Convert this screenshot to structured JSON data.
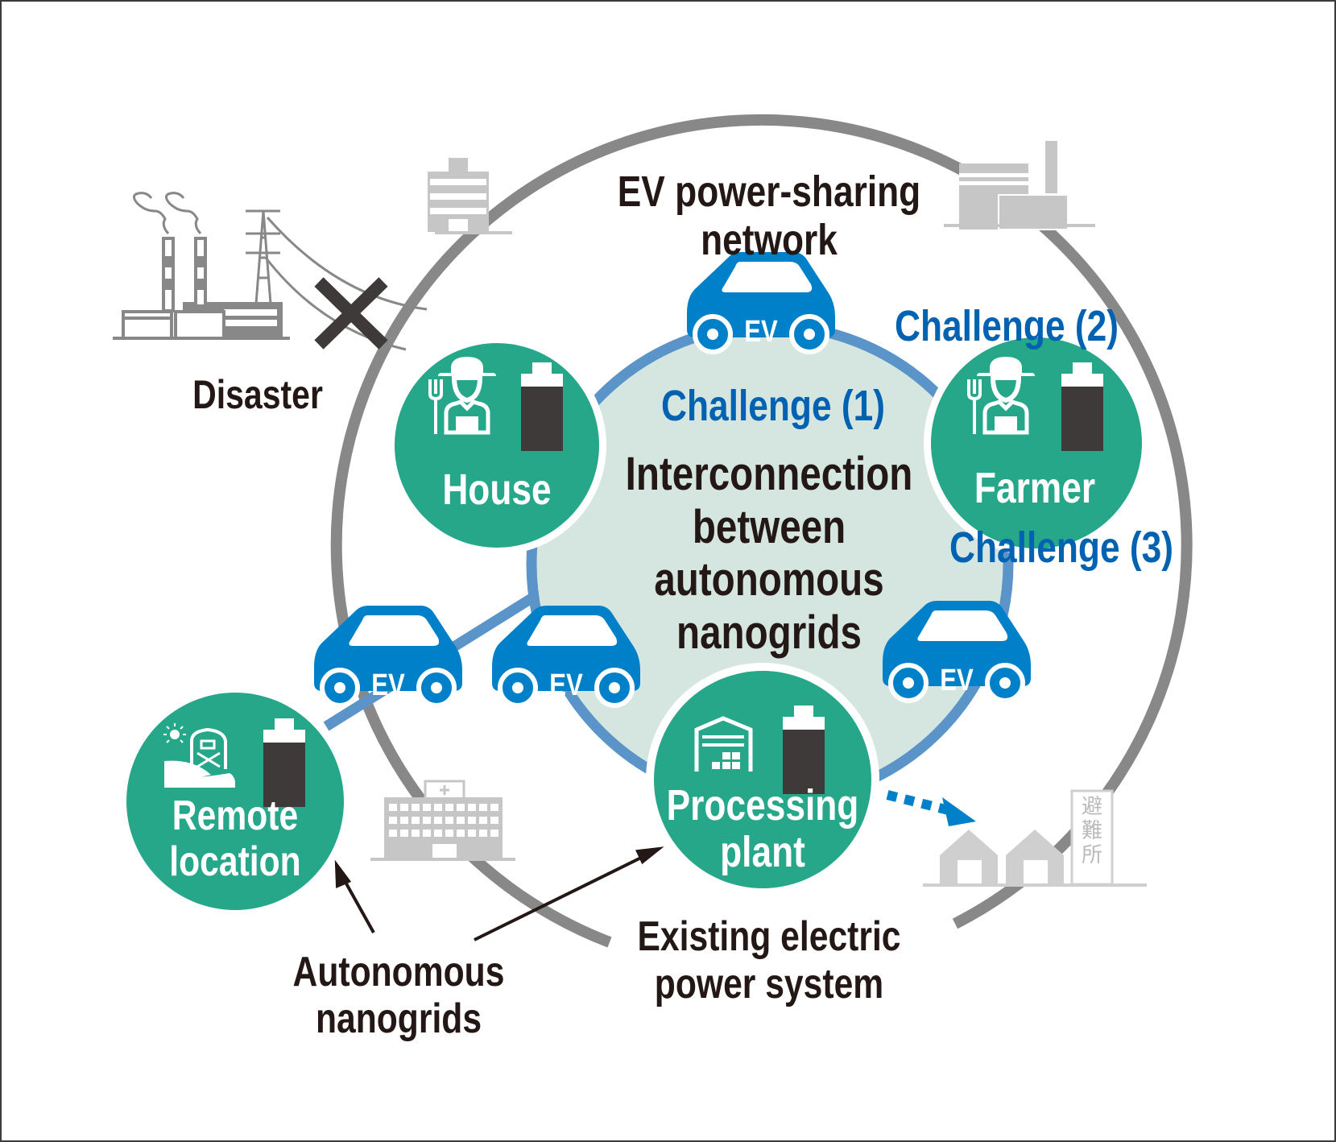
{
  "title": {
    "line1": "EV power-sharing",
    "line2": "network"
  },
  "disaster_label": "Disaster",
  "center": {
    "challenge": "Challenge (1)",
    "line1": "Interconnection",
    "line2": "between",
    "line3": "autonomous",
    "line4": "nanogrids"
  },
  "challenges": {
    "two": "Challenge (2)",
    "three": "Challenge (3)"
  },
  "nodes": {
    "house": "House",
    "farmer": "Farmer",
    "remote_line1": "Remote",
    "remote_line2": "location",
    "plant_line1": "Processing",
    "plant_line2": "plant"
  },
  "ev_label": "EV",
  "callouts": {
    "autonomous_line1": "Autonomous",
    "autonomous_line2": "nanogrids",
    "existing_line1": "Existing electric",
    "existing_line2": "power system"
  },
  "shelter_sign": [
    "避",
    "難",
    "所"
  ],
  "colors": {
    "node_green": "#26a78a",
    "ev_blue": "#0080c8",
    "link_blue": "#5b94c8",
    "inner_fill": "#d5e6e1",
    "ring_gray": "#888888",
    "building_gray": "#c6c6c6",
    "battery_dark": "#3e3a39",
    "challenge_blue": "#0062b0",
    "text_dark": "#231815"
  }
}
